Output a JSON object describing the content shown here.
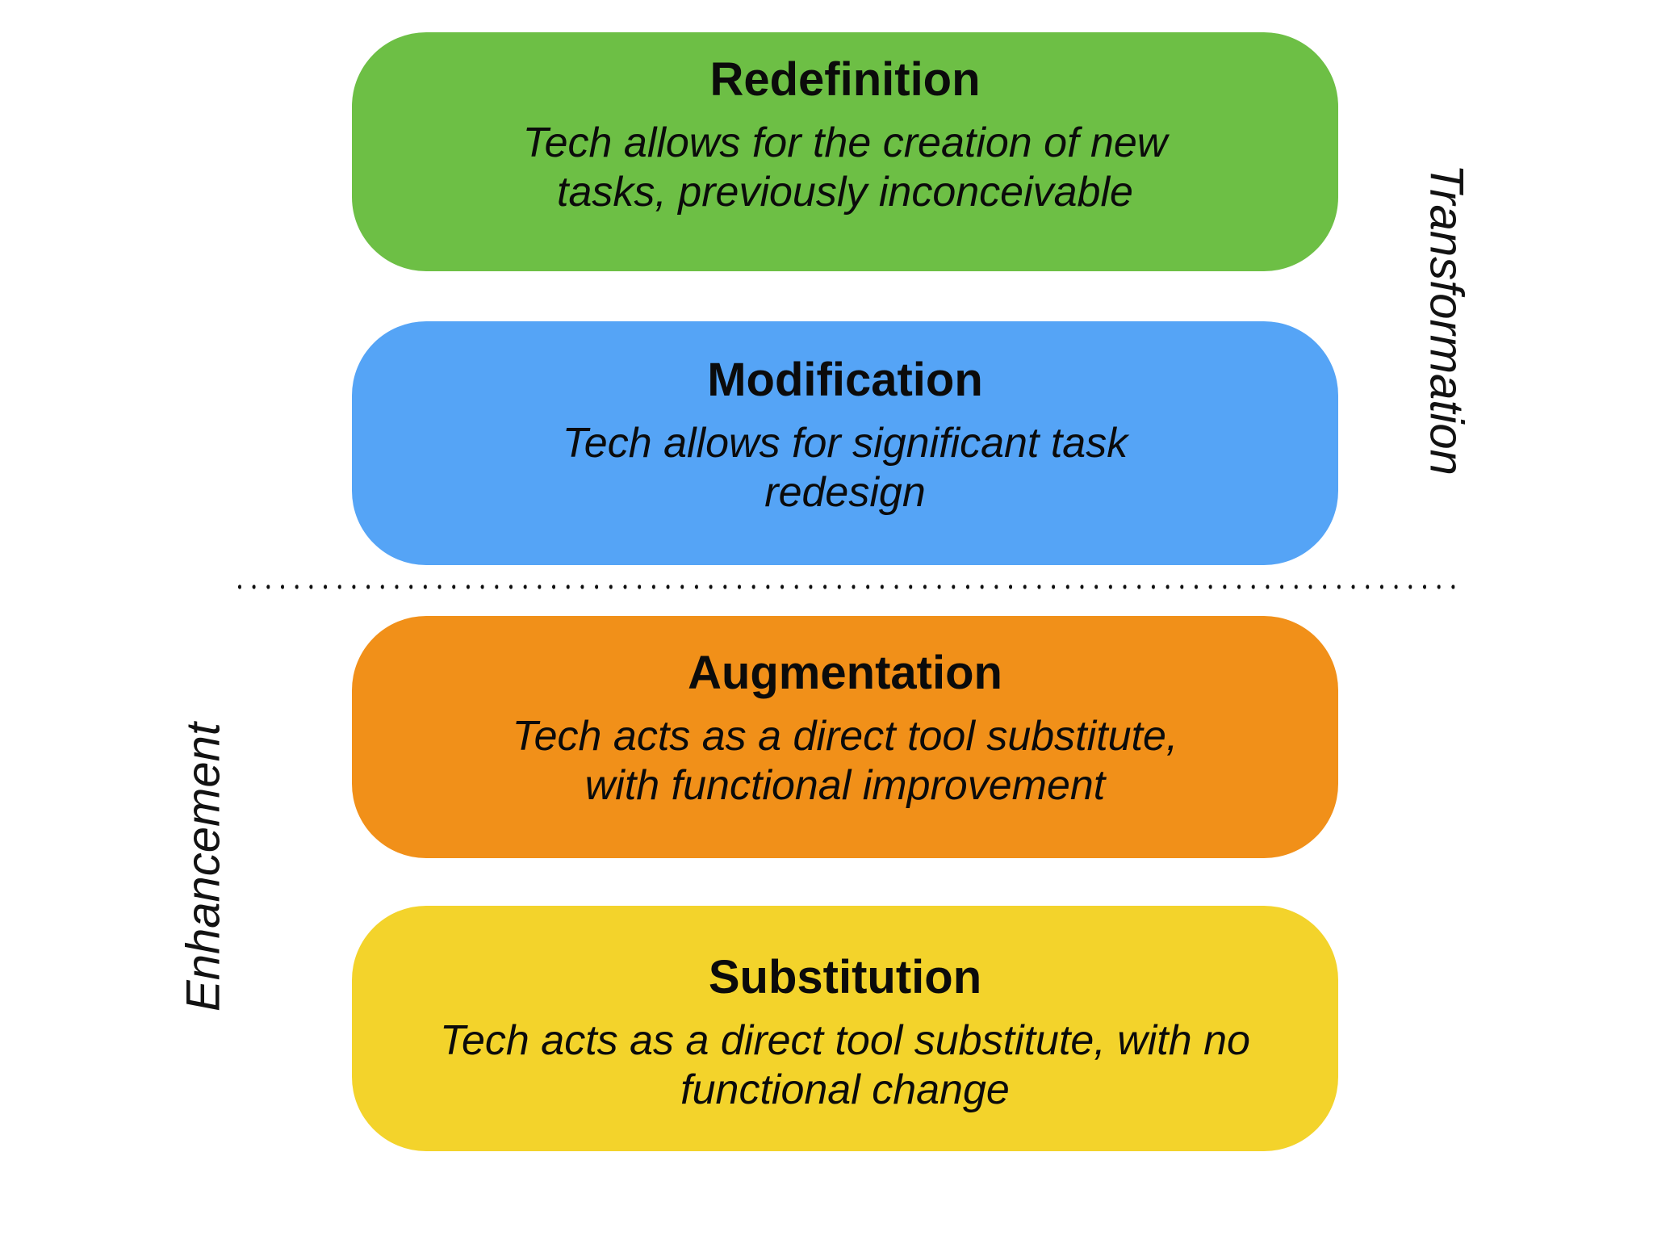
{
  "layers": [
    {
      "id": "redefinition",
      "label": "Redefinition",
      "desc_lines": [
        "Tech allows for the creation of new",
        "tasks, previously inconceivable"
      ],
      "color": "#6DBF45"
    },
    {
      "id": "modification",
      "label": "Modification",
      "desc_lines": [
        "Tech allows for significant task",
        "redesign"
      ],
      "color": "#55A4F6"
    },
    {
      "id": "augmentation",
      "label": "Augmentation",
      "desc_lines": [
        "Tech acts as a direct tool substitute,",
        "with functional improvement"
      ],
      "color": "#F19019"
    },
    {
      "id": "substitution",
      "label": "Substitution",
      "desc_lines": [
        "Tech acts as a direct tool substitute, with no",
        "functional change"
      ],
      "color": "#F3D32B"
    }
  ],
  "side_labels": {
    "top_right": "Transformation",
    "bottom_left": "Enhancement"
  },
  "divider": {
    "style": "dotted",
    "color": "#101010"
  }
}
